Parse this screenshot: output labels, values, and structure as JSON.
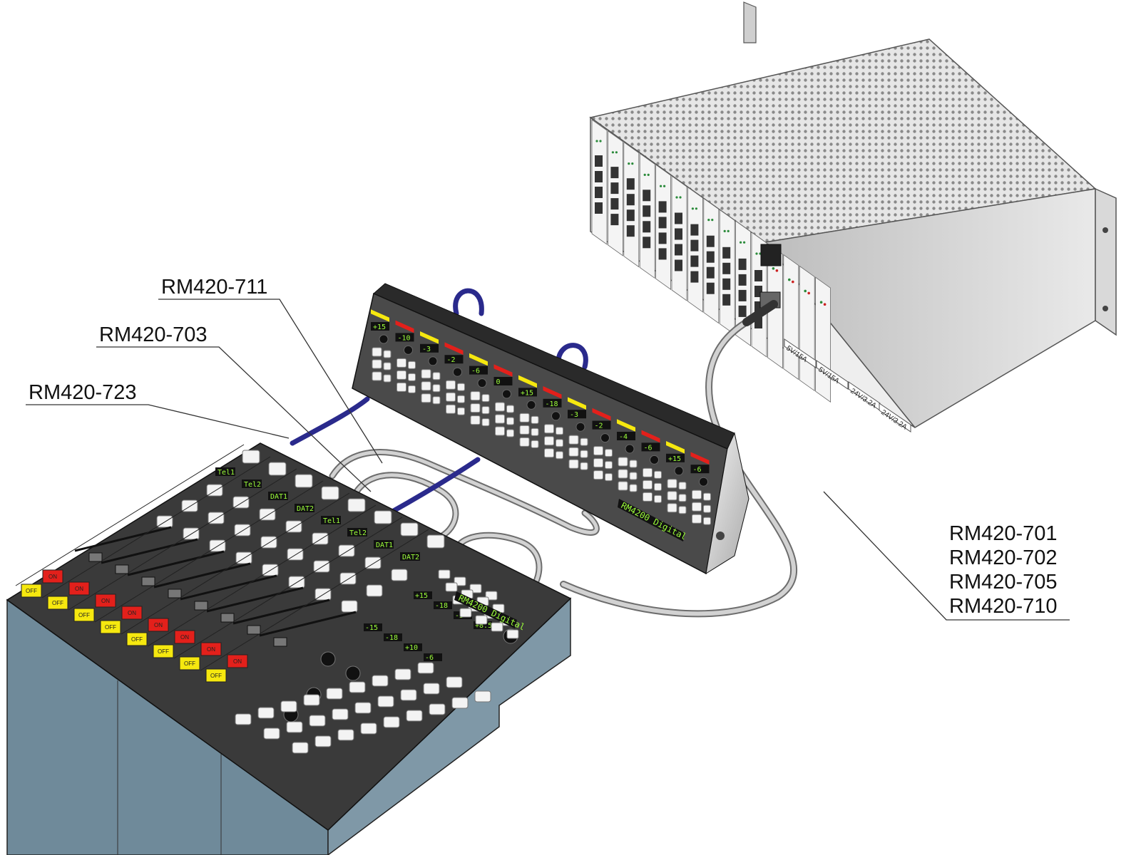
{
  "callouts": {
    "cable_711": "RM420-711",
    "cable_703": "RM420-703",
    "cable_723": "RM420-723",
    "group": [
      "RM420-701",
      "RM420-702",
      "RM420-705",
      "RM420-710"
    ]
  },
  "rack": {
    "psu_labels": [
      "5V/15A",
      "5V/15A",
      "24V/3.2A",
      "24V/3.2A"
    ]
  },
  "overbridge": {
    "channel_readouts": [
      "+15",
      "-10",
      "-3",
      "-2",
      "-6",
      "0",
      "+15",
      "-18",
      "-3",
      "-2",
      "-4",
      "-6",
      "+15",
      "-6"
    ],
    "display_text": "RM4200 Digital"
  },
  "console": {
    "channel_displays": [
      "Tel1",
      "Tel2",
      "DAT1",
      "DAT2",
      "Tel1",
      "Tel2",
      "DAT1",
      "DAT2"
    ],
    "on_label": "ON",
    "off_label": "OFF",
    "display_text": "RM4200 Digital",
    "master_readouts": [
      "+15",
      "-18",
      "-3",
      "+8.5",
      "-15",
      "-18",
      "+10",
      "-6"
    ]
  },
  "colors": {
    "on_button": "#e3201b",
    "off_button": "#f6e80f",
    "cable_blue": "#2a2a8c",
    "cable_grey": "#c9c9c9",
    "panel_dark": "#3f3f3f",
    "base_blue": "#6f8a9a",
    "lcd_green": "#9cff3a"
  }
}
